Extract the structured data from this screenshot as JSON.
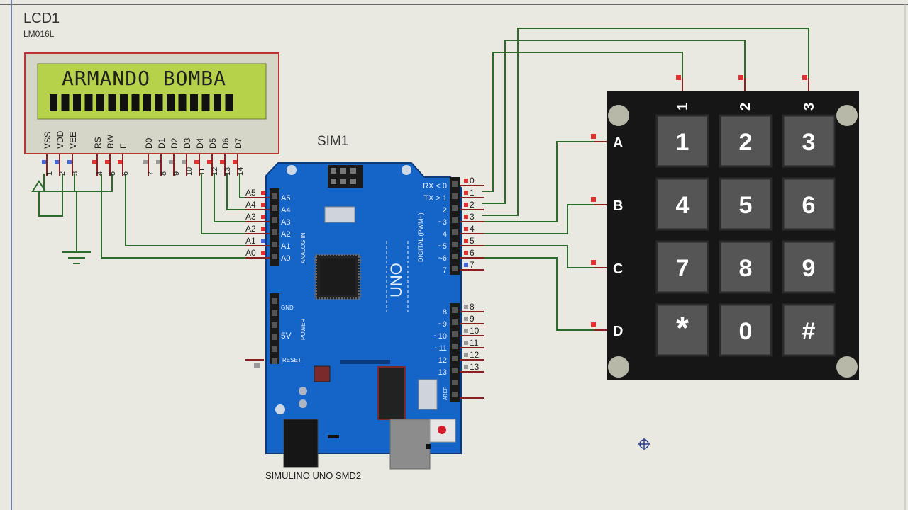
{
  "lcd": {
    "ref": "LCD1",
    "model": "LM016L",
    "line1": "ARMANDO BOMBA",
    "pin_names": [
      "VSS",
      "VDD",
      "VEE",
      "RS",
      "RW",
      "E",
      "D0",
      "D1",
      "D2",
      "D3",
      "D4",
      "D5",
      "D6",
      "D7"
    ],
    "pin_numbers": [
      "1",
      "2",
      "3",
      "4",
      "5",
      "6",
      "7",
      "8",
      "9",
      "10",
      "11",
      "12",
      "13",
      "14"
    ]
  },
  "board": {
    "ref": "SIM1",
    "name": "SIMULINO UNO SMD2",
    "silk_uno": "UNO",
    "silk_digital": "DIGITAL (PWM~)",
    "silk_analog": "ANALOG IN",
    "silk_power": "POWER",
    "silk_gnd": "GND",
    "silk_5v": "5V",
    "silk_reset": "RESET",
    "silk_aref": "AREF",
    "analog_labels": [
      "A5",
      "A4",
      "A3",
      "A2",
      "A1",
      "A0"
    ],
    "analog_ext_labels": [
      "A5",
      "A4",
      "A3",
      "A2",
      "A1",
      "A0"
    ],
    "digital_labels": [
      "RX < 0",
      "TX > 1",
      "2",
      "~3",
      "4",
      "~5",
      "~6",
      "7"
    ],
    "digital_pins": [
      "0",
      "1",
      "2",
      "3",
      "4",
      "5",
      "6",
      "7"
    ],
    "digital2_labels": [
      "8",
      "~9",
      "~10",
      "~11",
      "12",
      "13"
    ],
    "digital2_pins": [
      "8",
      "9",
      "10",
      "11",
      "12",
      "13"
    ]
  },
  "keypad": {
    "col_labels": [
      "1",
      "2",
      "3"
    ],
    "row_labels": [
      "A",
      "B",
      "C",
      "D"
    ],
    "keys": [
      "1",
      "2",
      "3",
      "4",
      "5",
      "6",
      "7",
      "8",
      "9",
      "*",
      "0",
      "#"
    ]
  }
}
